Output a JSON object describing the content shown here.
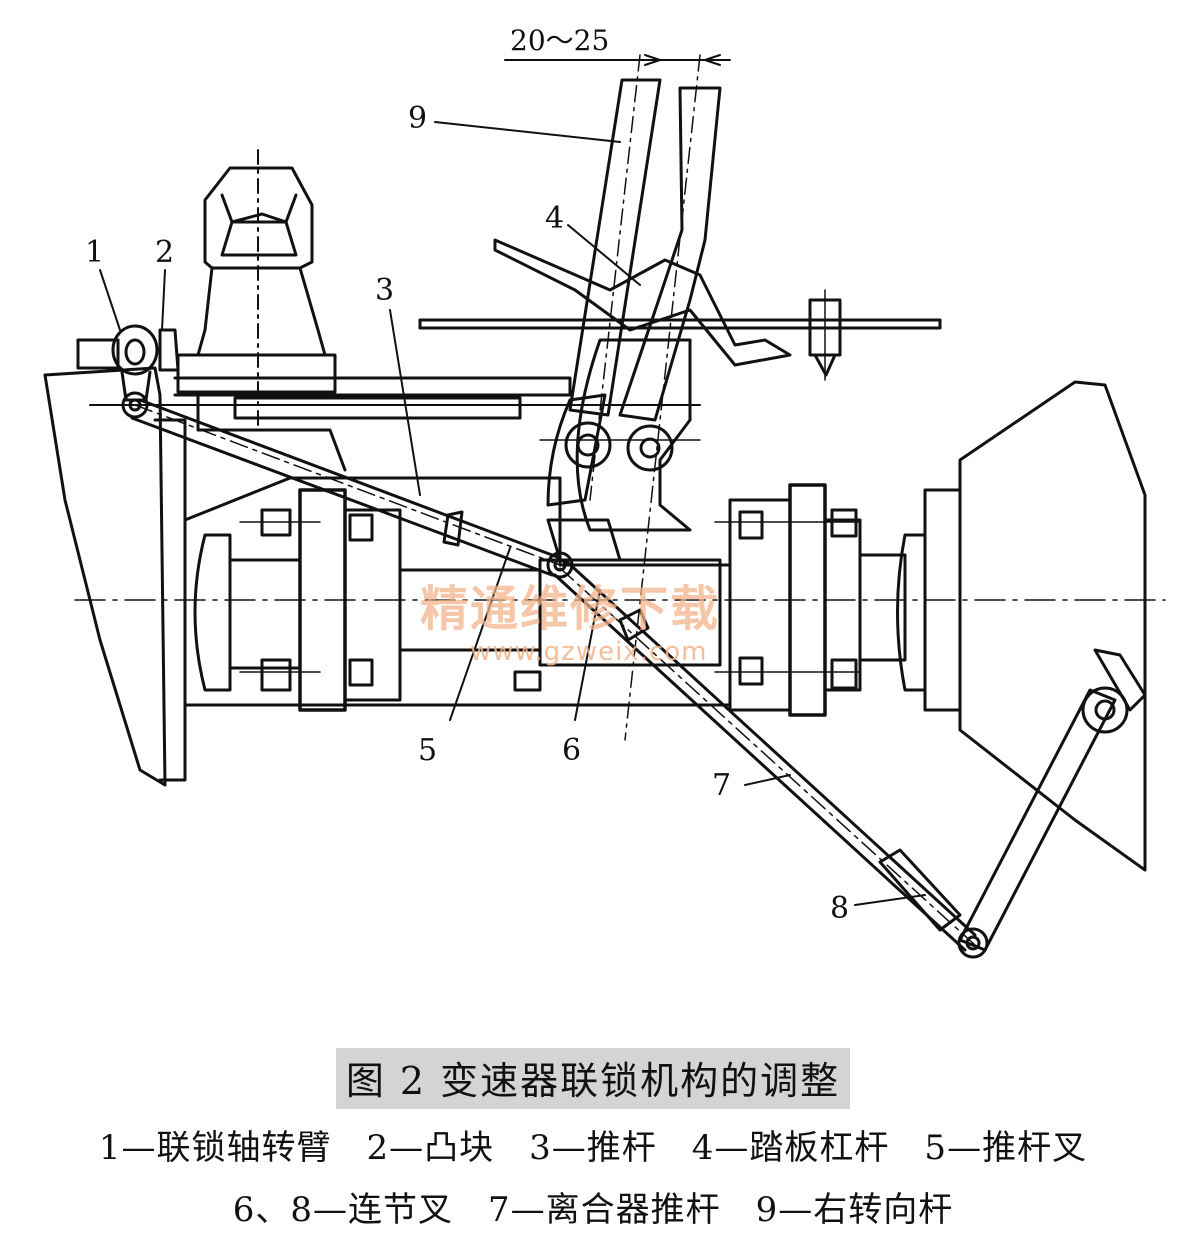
{
  "dimension": "20～25",
  "part_numbers": [
    "1",
    "2",
    "3",
    "4",
    "5",
    "6",
    "7",
    "8",
    "9"
  ],
  "watermark": {
    "cn": "精通维修下载",
    "url": "www.gzweix.com"
  },
  "caption": {
    "title": "图 2  变速器联锁机构的调整",
    "legend_line1": "1—联锁轴转臂　2—凸块　3—推杆　4—踏板杠杆　5—推杆叉",
    "legend_line2": "6、8—连节叉　7—离合器推杆　9—右转向杆"
  }
}
